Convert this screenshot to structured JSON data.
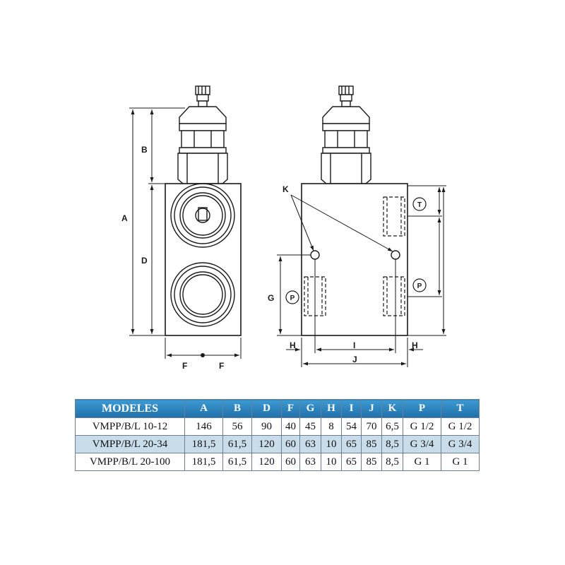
{
  "front_view": {
    "dims": {
      "A": "A",
      "B": "B",
      "D": "D",
      "F_left": "F",
      "F_right": "F"
    }
  },
  "side_view": {
    "dims": {
      "K": "K",
      "G": "G",
      "H_left": "H",
      "I": "I",
      "H_right": "H",
      "J": "J"
    },
    "ports": {
      "T": "T",
      "P_left": "P",
      "P_right": "P"
    }
  },
  "table": {
    "headers": [
      "MODELES",
      "A",
      "B",
      "D",
      "F",
      "G",
      "H",
      "I",
      "J",
      "K",
      "P",
      "T"
    ],
    "rows": [
      [
        "VMPP/B/L 10-12",
        "146",
        "56",
        "90",
        "40",
        "45",
        "8",
        "54",
        "70",
        "6,5",
        "G 1/2",
        "G 1/2"
      ],
      [
        "VMPP/B/L 20-34",
        "181,5",
        "61,5",
        "120",
        "60",
        "63",
        "10",
        "65",
        "85",
        "8,5",
        "G 3/4",
        "G 3/4"
      ],
      [
        "VMPP/B/L 20-100",
        "181,5",
        "61,5",
        "120",
        "60",
        "63",
        "10",
        "65",
        "85",
        "8,5",
        "G 1",
        "G 1"
      ]
    ]
  },
  "colors": {
    "header_bg": "#2c85c4",
    "row_alt": "#c9dcea",
    "line": "#1a1a1a"
  }
}
